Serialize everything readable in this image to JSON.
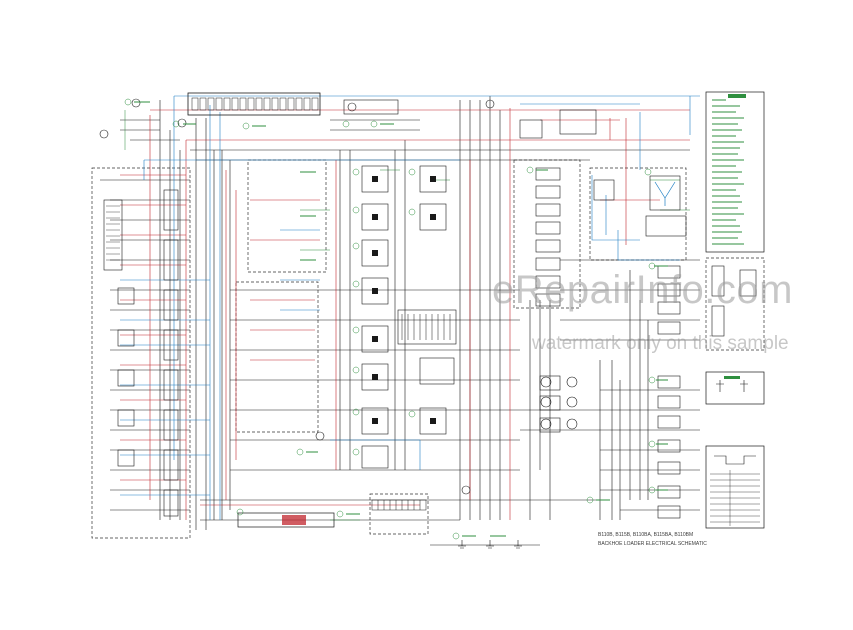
{
  "watermark": {
    "site": "eRepairInfo.com",
    "note": "watermark only on this sample"
  },
  "title_block": {
    "models": "B110B, B115B, B110BA, B115BA, B110BM",
    "title": "BACKHOE LOADER ELECTRICAL SCHEMATIC"
  },
  "colors": {
    "wire_black": "#1a1a1a",
    "wire_red": "#c0262e",
    "wire_blue": "#1e7fc4",
    "wire_green": "#2c8a3c",
    "label_green": "#2f8f3f"
  }
}
